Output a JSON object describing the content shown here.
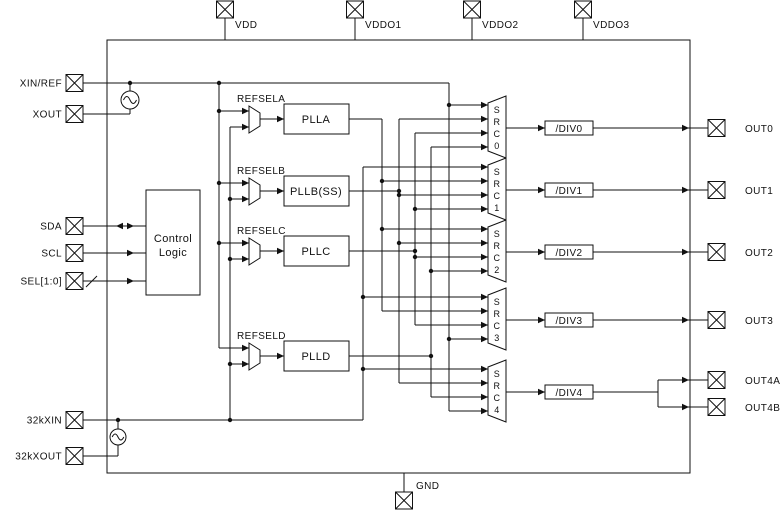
{
  "diagram": {
    "pins": {
      "top": [
        "VDD",
        "VDDO1",
        "VDDO2",
        "VDDO3"
      ],
      "left": [
        "XIN/REF",
        "XOUT",
        "SDA",
        "SCL",
        "SEL[1:0]",
        "32kXIN",
        "32kXOUT"
      ],
      "right": [
        "OUT0",
        "OUT1",
        "OUT2",
        "OUT3",
        "OUT4A",
        "OUT4B"
      ],
      "bottom": [
        "GND"
      ]
    },
    "blocks": {
      "control_logic": {
        "line1": "Control",
        "line2": "Logic"
      },
      "ref_selects": [
        "REFSELA",
        "REFSELB",
        "REFSELC",
        "REFSELD"
      ],
      "plls": [
        "PLLA",
        "PLLB(SS)",
        "PLLC",
        "PLLD"
      ],
      "sources": [
        "SRC0",
        "SRC1",
        "SRC2",
        "SRC3",
        "SRC4"
      ],
      "dividers": [
        "/DIV0",
        "/DIV1",
        "/DIV2",
        "/DIV3",
        "/DIV4"
      ]
    },
    "icons": {
      "pin_symbol": "crossed-box-pin-icon",
      "oscillator_symbol": "sine-oscillator-icon",
      "bus_marker": "bus-slash-icon",
      "bidirectional_marker": "double-arrow-icon"
    },
    "colors": {
      "line": "#111111",
      "background": "#ffffff",
      "text": "#111111"
    }
  }
}
